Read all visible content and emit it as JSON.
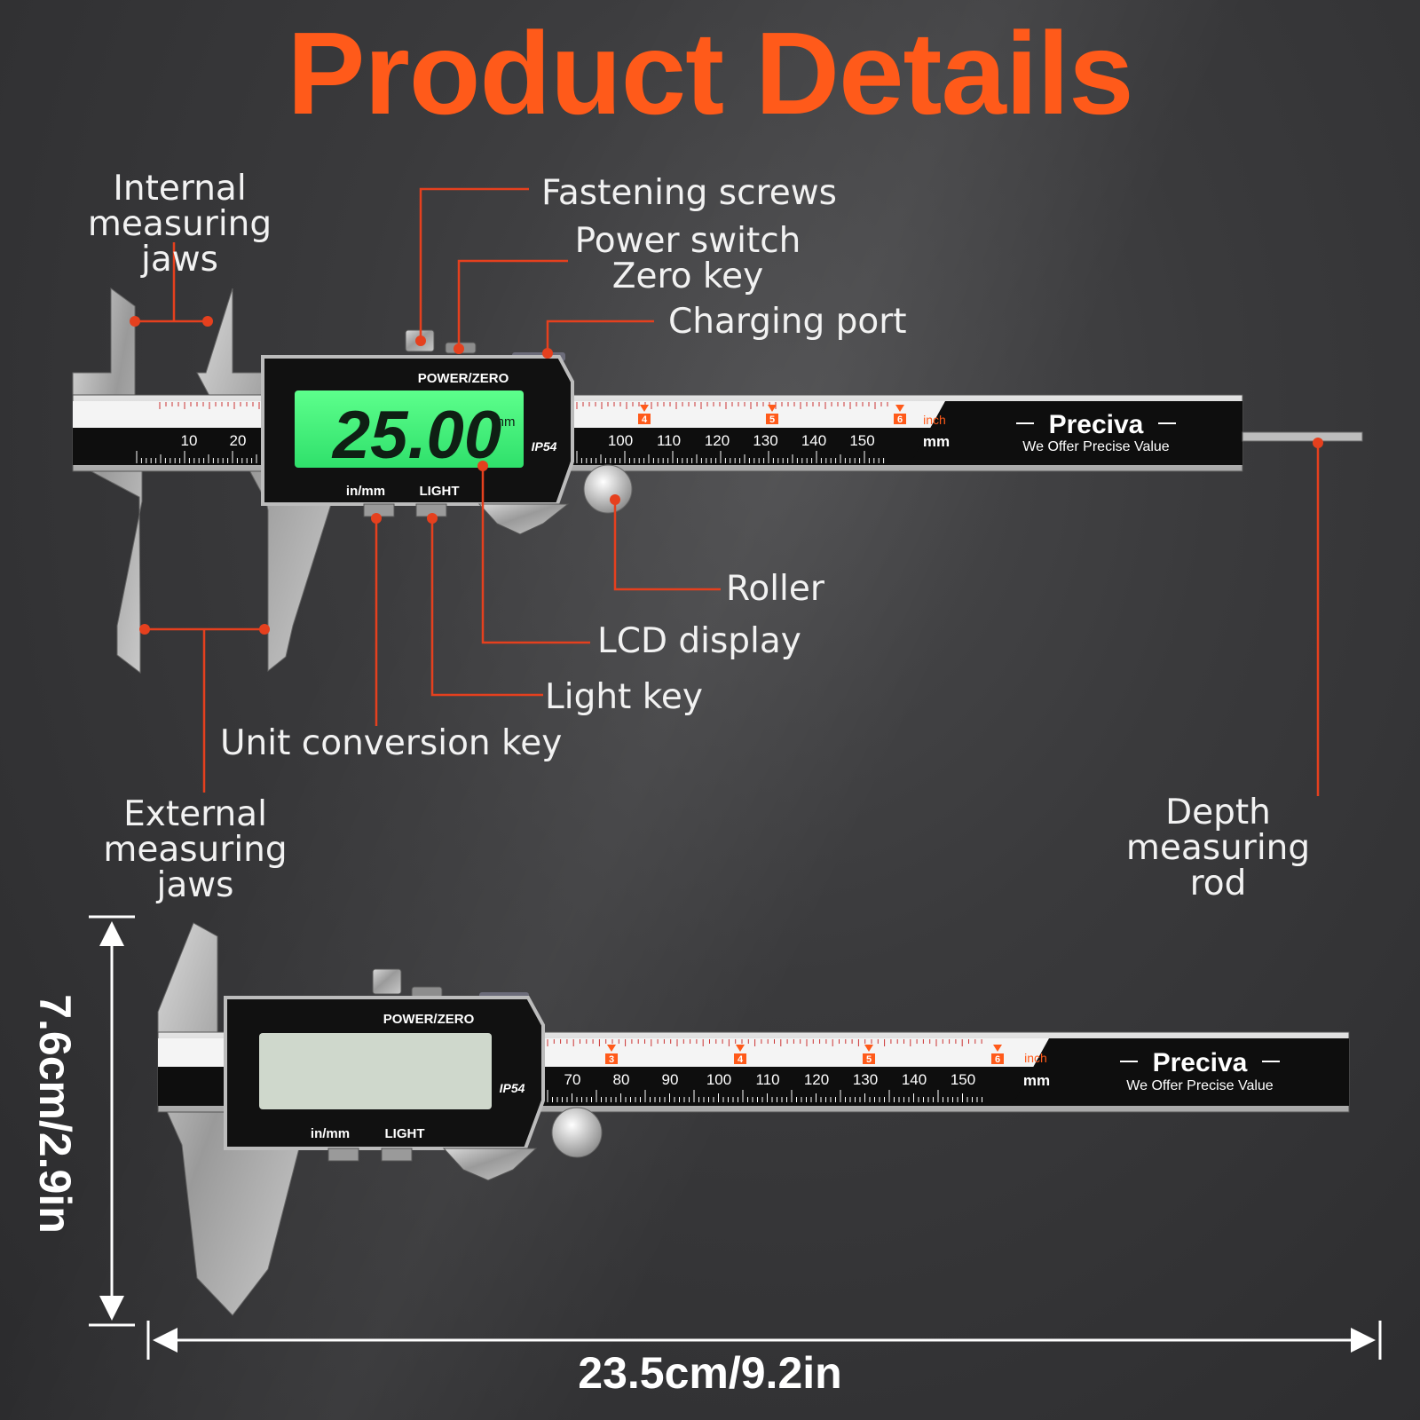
{
  "title": "Product Details",
  "accent_color": "#ff5a1a",
  "callouts": {
    "internal_jaws": [
      "Internal measuring",
      "jaws"
    ],
    "fastening_screws": "Fastening screws",
    "power_switch": [
      "Power switch",
      "Zero key"
    ],
    "charging_port": "Charging port",
    "roller": "Roller",
    "lcd_display": "LCD display",
    "light_key": "Light key",
    "unit_key": "Unit conversion key",
    "external_jaws": [
      "External measuring",
      "jaws"
    ],
    "depth_rod": [
      "Depth measuring",
      "rod"
    ]
  },
  "caliper": {
    "power_label": "POWER/ZERO",
    "unit_label": "in/mm",
    "light_label": "LIGHT",
    "ip_rating": "IP54",
    "reading": "25.00",
    "reading_unit": "mm",
    "brand": "Preciva",
    "tagline": "We Offer Precise Value",
    "inch_label": "inch",
    "mm_label": "mm",
    "top_scale_left": [
      "10",
      "20"
    ],
    "top_scale": [
      "100",
      "110",
      "120",
      "130",
      "140",
      "150"
    ],
    "top_inch_marks": [
      "4",
      "5",
      "6"
    ],
    "bottom_scale": [
      "70",
      "80",
      "90",
      "100",
      "110",
      "120",
      "130",
      "140",
      "150"
    ],
    "bottom_inch_marks": [
      "3",
      "4",
      "5",
      "6"
    ]
  },
  "dimensions": {
    "width": "23.5cm/9.2in",
    "height": "7.6cm/2.9in"
  }
}
